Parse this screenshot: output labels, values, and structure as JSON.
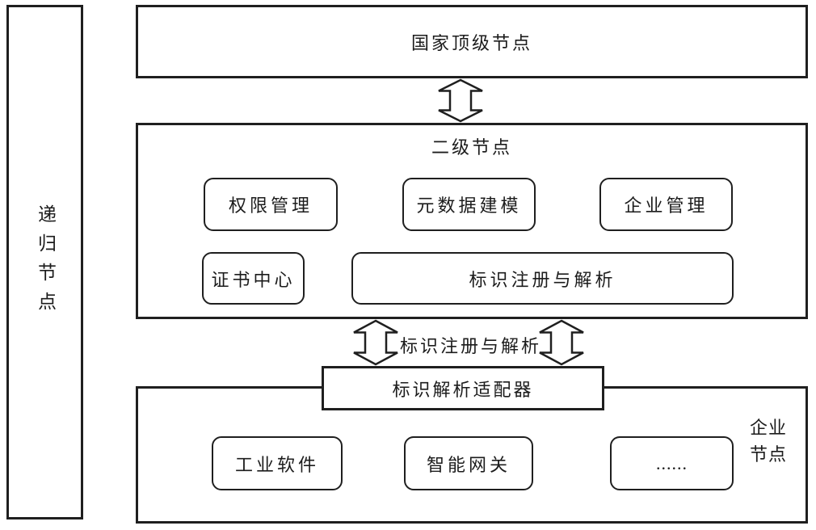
{
  "diagram": {
    "recursive_node": {
      "label": "递归节点"
    },
    "top_node": {
      "label": "国家顶级节点"
    },
    "second_node": {
      "label": "二级节点",
      "row1": [
        "权限管理",
        "元数据建模",
        "企业管理"
      ],
      "row2_small": "证书中心",
      "row2_wide": "标识注册与解析"
    },
    "link": {
      "label": "标识注册与解析"
    },
    "adapter": {
      "label": "标识解析适配器"
    },
    "enterprise_node": {
      "label": "企业节点",
      "items": [
        "工业软件",
        "智能网关",
        "......"
      ]
    },
    "colors": {
      "line": "#1f1f1f",
      "background": "#ffffff"
    }
  }
}
